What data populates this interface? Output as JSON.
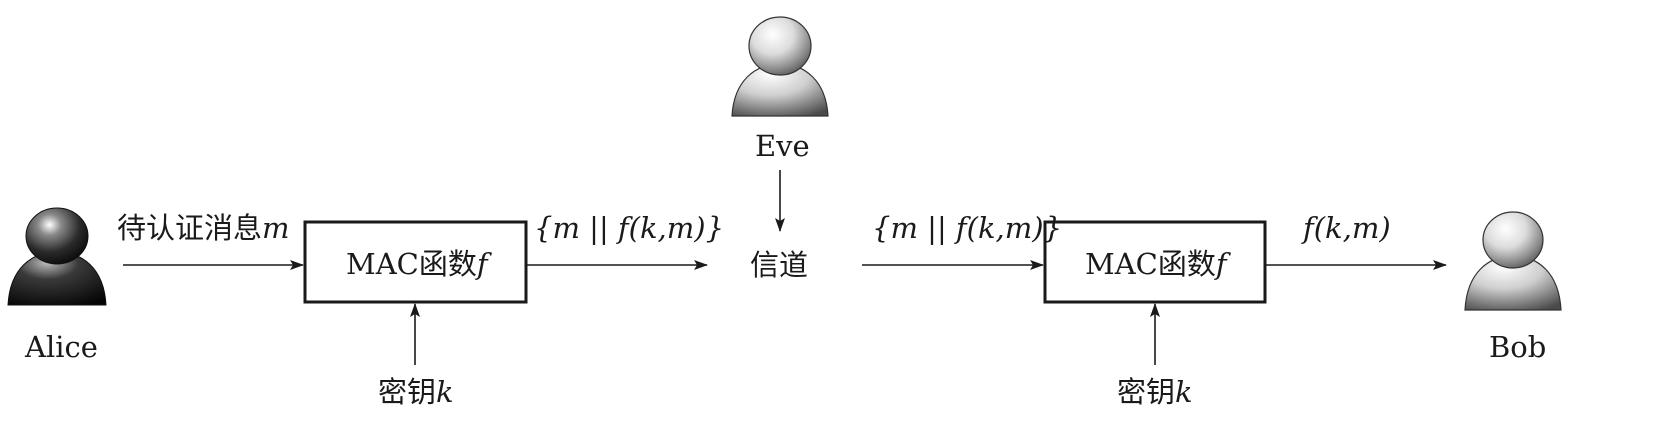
{
  "actors": {
    "alice": {
      "name": "Alice",
      "icon": "user-avatar-icon"
    },
    "eve": {
      "name": "Eve",
      "icon": "user-avatar-icon"
    },
    "bob": {
      "name": "Bob",
      "icon": "user-avatar-icon"
    }
  },
  "boxes": {
    "sender_mac": {
      "label_prefix": "MAC函数",
      "label_var": "f"
    },
    "receiver_mac": {
      "label_prefix": "MAC函数",
      "label_var": "f"
    }
  },
  "channel": {
    "label": "信道"
  },
  "edges": {
    "message": {
      "prefix": "待认证消息",
      "var": "m"
    },
    "sent_packet": "{m || f(k,m)}",
    "received_packet": "{m || f(k,m)}",
    "output": "f(k,m)"
  },
  "keys": {
    "sender": {
      "prefix": "密钥",
      "var": "k"
    },
    "receiver": {
      "prefix": "密钥",
      "var": "k"
    }
  },
  "colors": {
    "ink": "#1a1a1a",
    "avatar_dark": "#222222",
    "avatar_light": "#f2f2f2"
  }
}
